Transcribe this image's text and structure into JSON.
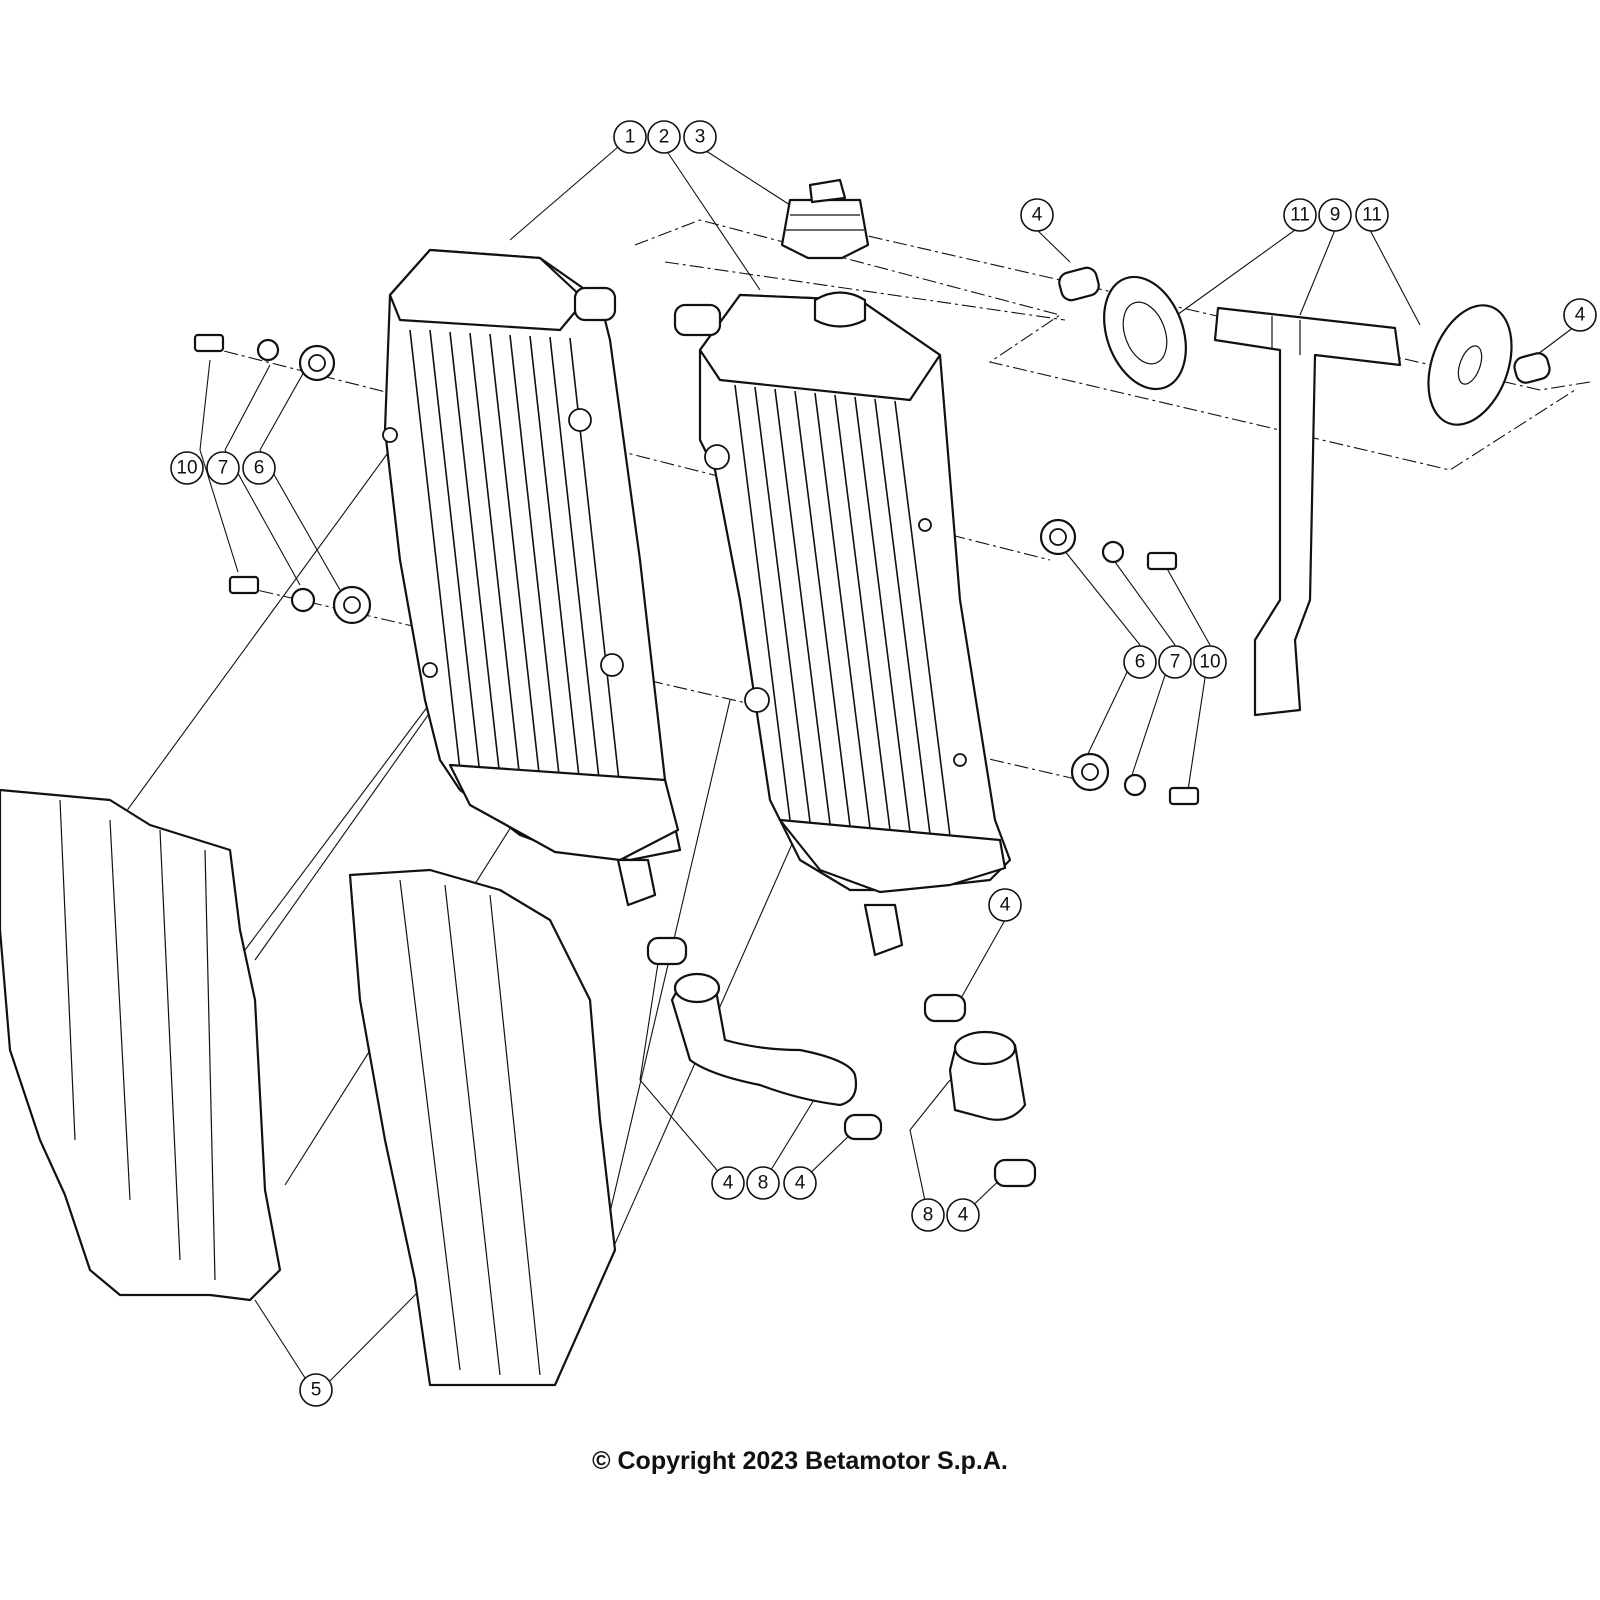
{
  "diagram": {
    "callouts": [
      {
        "label": "1"
      },
      {
        "label": "2"
      },
      {
        "label": "3"
      },
      {
        "label": "4"
      },
      {
        "label": "11"
      },
      {
        "label": "9"
      },
      {
        "label": "11"
      },
      {
        "label": "4"
      },
      {
        "label": "10"
      },
      {
        "label": "7"
      },
      {
        "label": "6"
      },
      {
        "label": "6"
      },
      {
        "label": "7"
      },
      {
        "label": "10"
      },
      {
        "label": "4"
      },
      {
        "label": "4"
      },
      {
        "label": "8"
      },
      {
        "label": "4"
      },
      {
        "label": "8"
      },
      {
        "label": "4"
      },
      {
        "label": "5"
      }
    ]
  },
  "footer": {
    "copyright": "© Copyright 2023 Betamotor S.p.A."
  }
}
